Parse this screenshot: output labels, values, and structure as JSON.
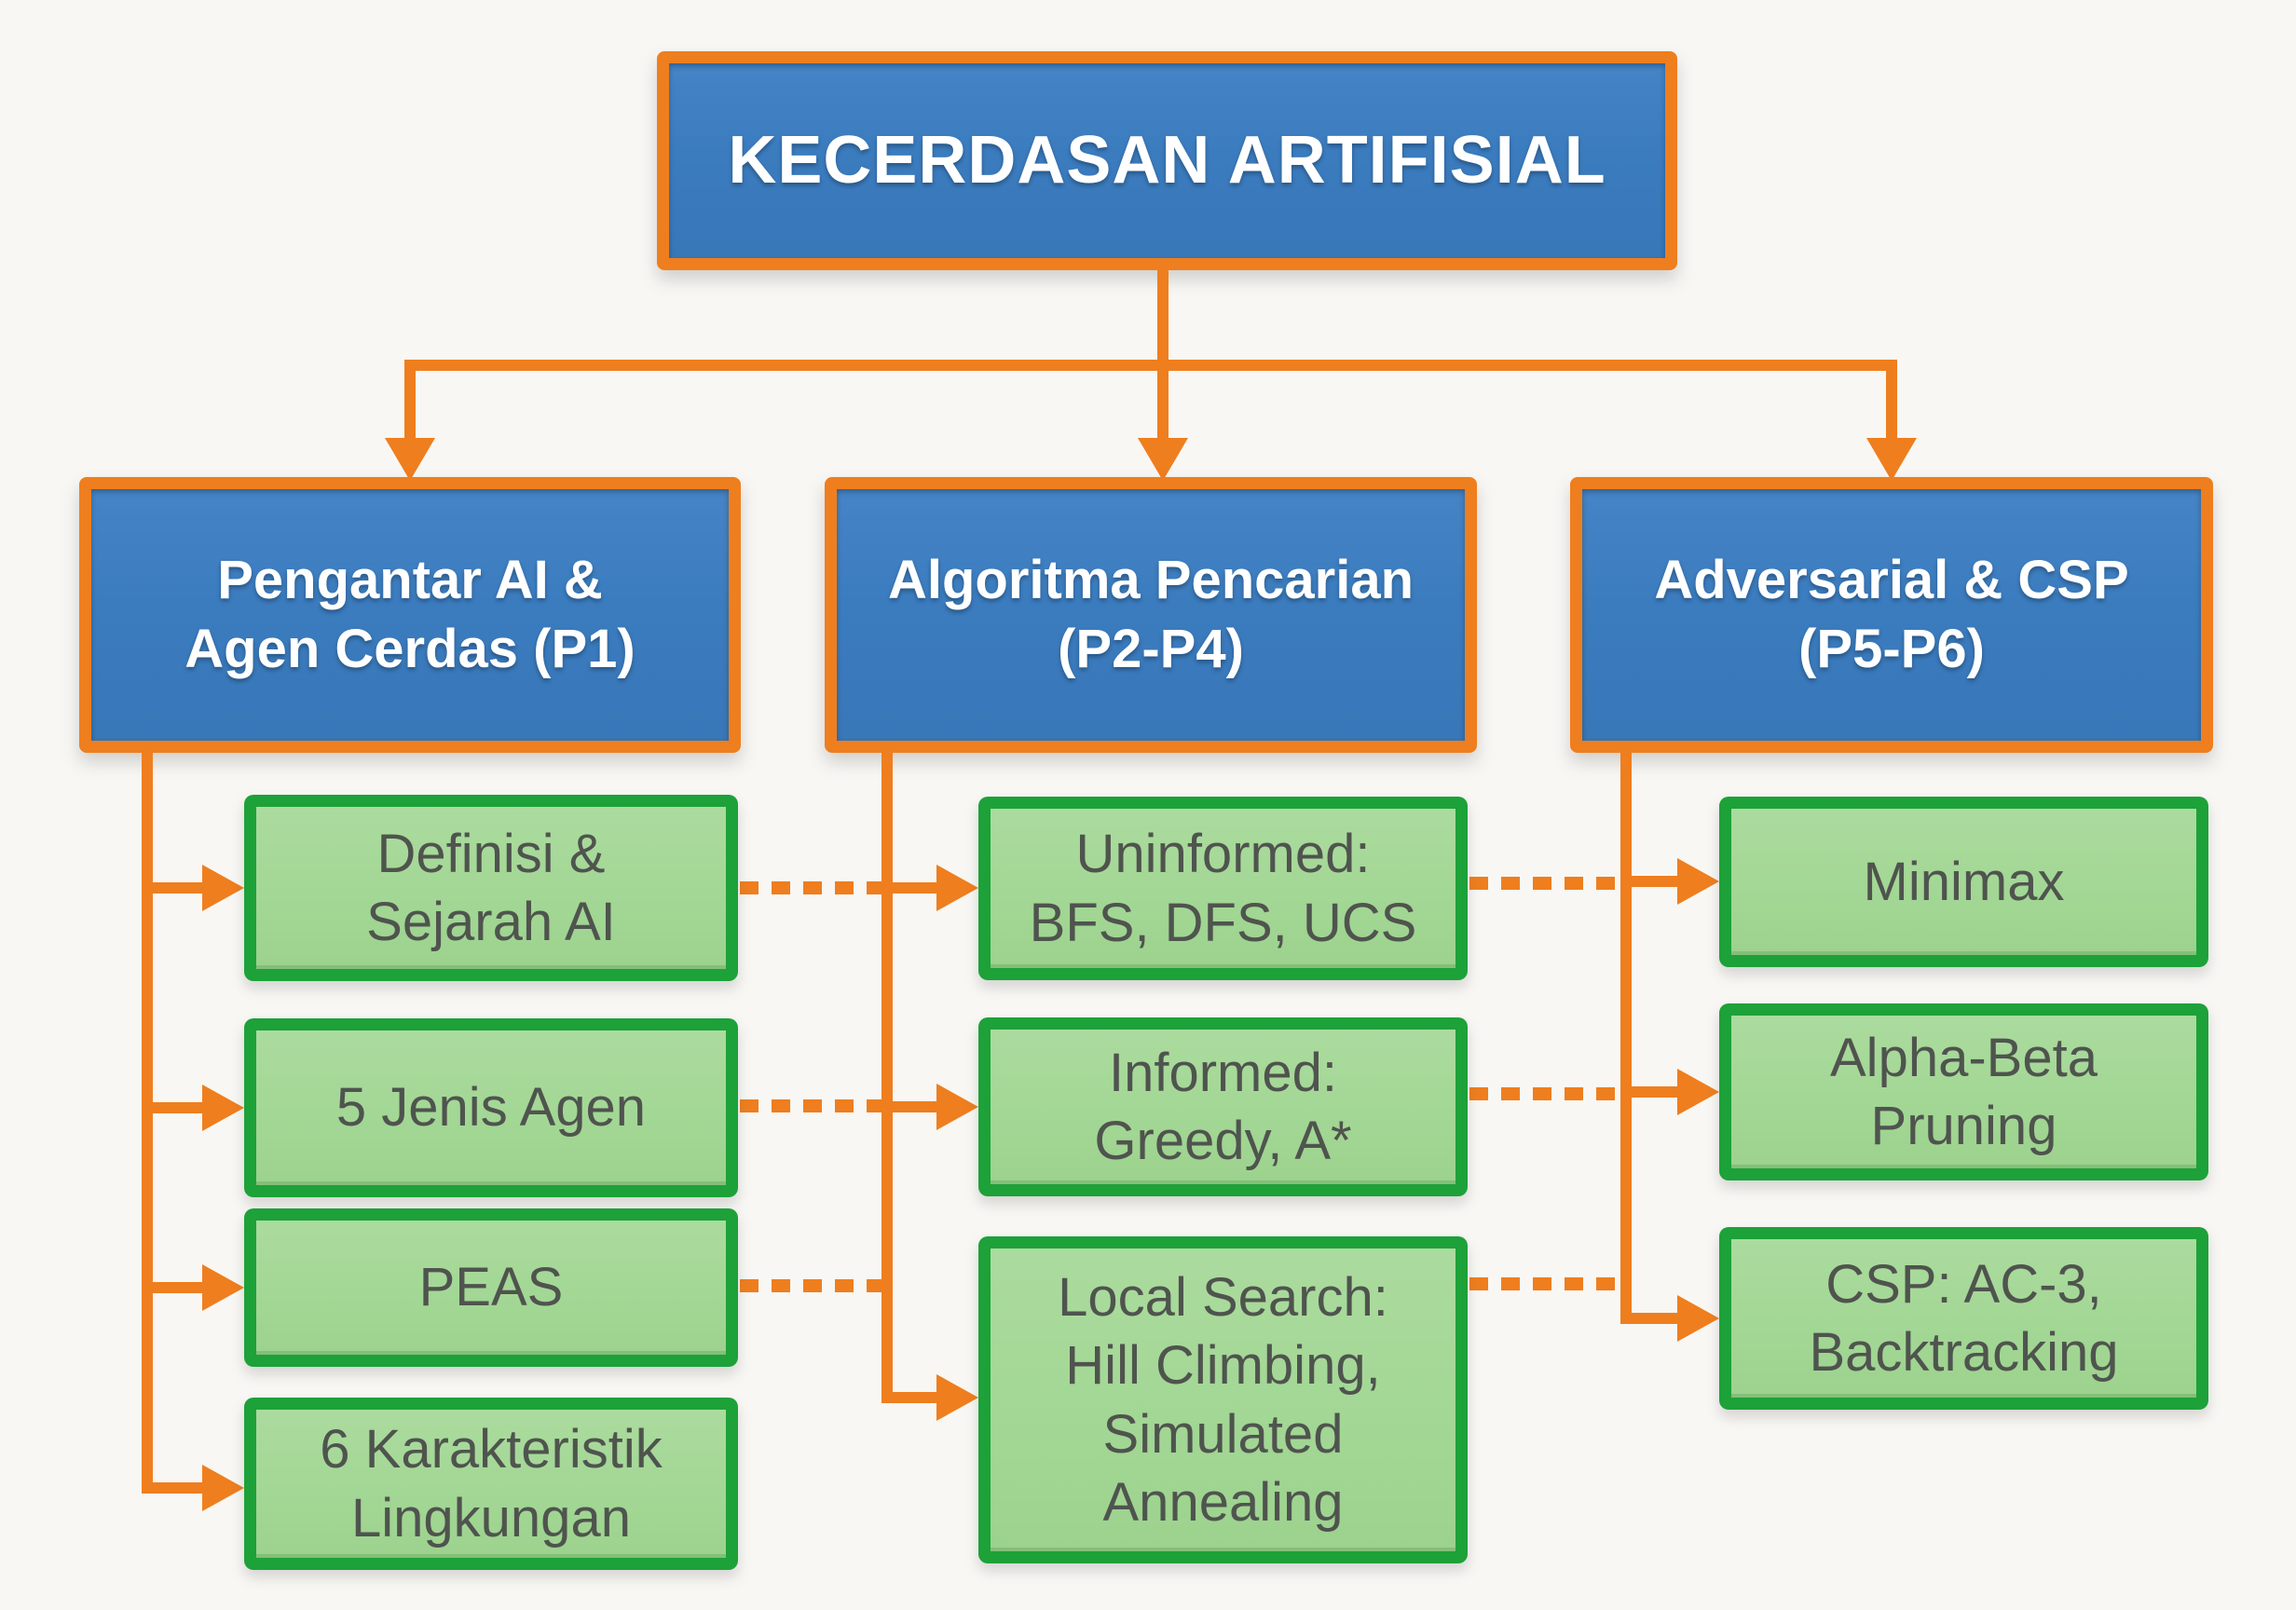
{
  "root": {
    "label": "KECERDASAN ARTIFISIAL"
  },
  "columns": [
    {
      "header": "Pengantar AI &\nAgen Cerdas (P1)",
      "items": [
        "Definisi &\nSejarah AI",
        "5 Jenis Agen",
        "PEAS",
        "6 Karakteristik\nLingkungan"
      ]
    },
    {
      "header": "Algoritma Pencarian\n(P2-P4)",
      "items": [
        "Uninformed:\nBFS, DFS, UCS",
        "Informed:\nGreedy, A*",
        "Local Search:\nHill Climbing,\nSimulated\nAnnealing"
      ]
    },
    {
      "header": "Adversarial & CSP\n(P5-P6)",
      "items": [
        "Minimax",
        "Alpha-Beta\nPruning",
        "CSP: AC-3,\nBacktracking"
      ]
    }
  ],
  "colors": {
    "connector_orange": "#EF7E1E",
    "node_blue_fill": "#3B7CBF",
    "node_green_border": "#1DA139",
    "node_green_fill": "#A3D795",
    "text_on_blue": "#FFFFFF",
    "text_on_green": "#4F544E",
    "background": "#F8F7F4"
  }
}
